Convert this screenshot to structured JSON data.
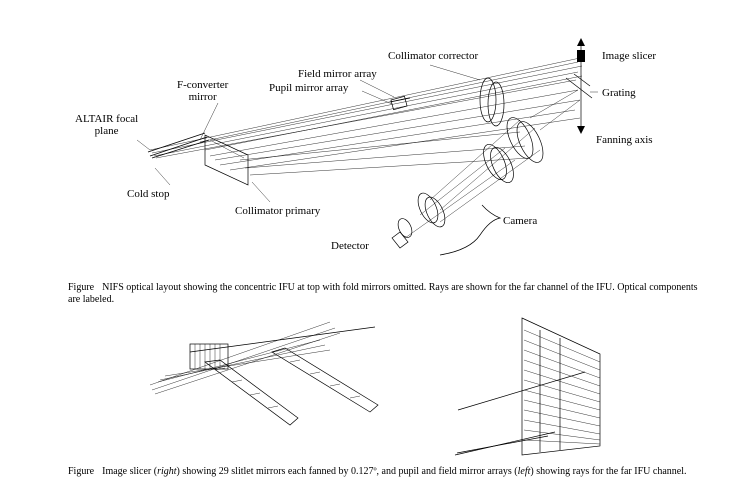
{
  "figure1": {
    "labels": {
      "image_slicer": "Image slicer",
      "grating": "Grating",
      "fanning_axis": "Fanning axis",
      "collimator_corrector": "Collimator corrector",
      "field_mirror_array": "Field mirror array",
      "pupil_mirror_array": "Pupil mirror array",
      "f_converter": "F-converter\nmirror",
      "altair": "ALTAIR focal\nplane",
      "cold_stop": "Cold stop",
      "collimator_primary": "Collimator primary",
      "camera": "Camera",
      "detector": "Detector"
    },
    "caption": {
      "figure_word": "Figure",
      "text": "NIFS optical layout showing the concentric IFU at top with fold mirrors omitted. Rays are shown for the far channel of the IFU. Optical components are labeled."
    }
  },
  "figure2": {
    "caption": {
      "figure_word": "Figure",
      "part1": "Image slicer (",
      "right": "right",
      "part2": ") showing 29 slitlet mirrors each fanned by 0.127º, and pupil and field mirror arrays (",
      "left": "left",
      "part3": ") showing rays for the far IFU channel."
    }
  }
}
